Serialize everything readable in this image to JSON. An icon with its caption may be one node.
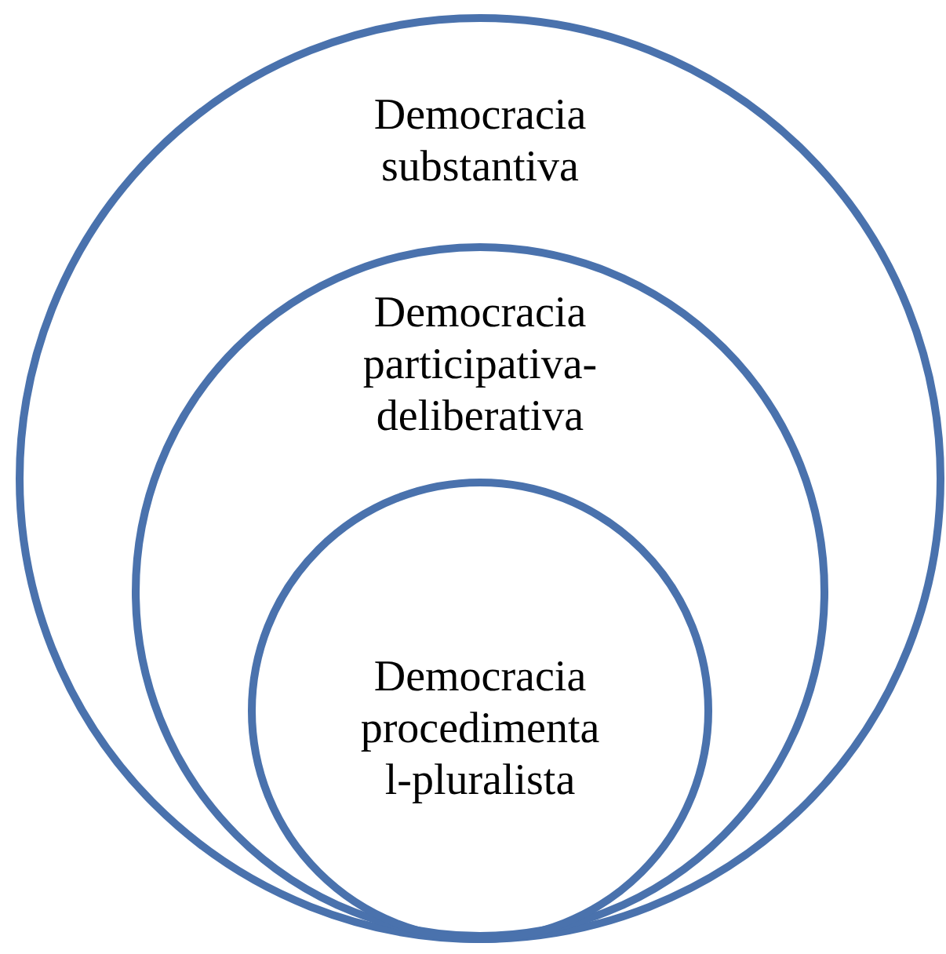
{
  "diagram": {
    "nodes": [
      {
        "text": [
          "Democracia substantiva"
        ]
      },
      {
        "text": [
          "Democracia participativa-deliberativa"
        ],
        "in": 0
      },
      {
        "text": [
          "Democracia procedimenta l-pluralista"
        ],
        "in": 1
      }
    ]
  }
}
